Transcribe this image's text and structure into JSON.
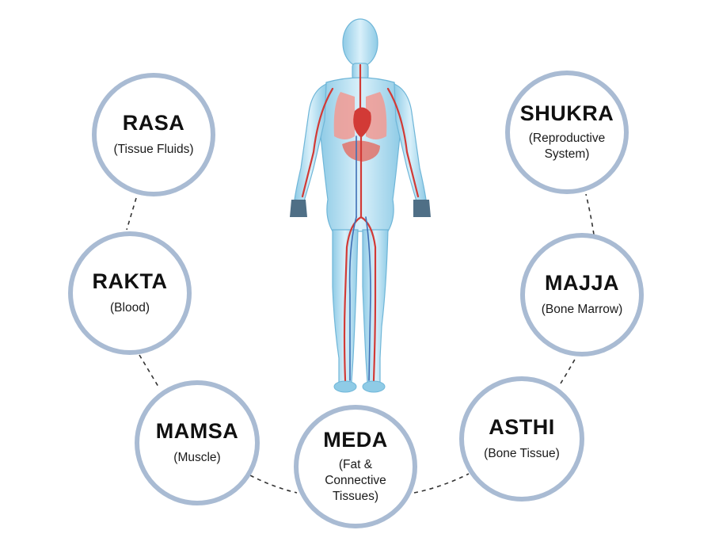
{
  "dhatus": [
    {
      "name": "RASA",
      "description": "(Tissue Fluids)"
    },
    {
      "name": "RAKTA",
      "description": "(Blood)"
    },
    {
      "name": "MAMSA",
      "description": "(Muscle)"
    },
    {
      "name": "MEDA",
      "description": "(Fat & Connective Tissues)"
    },
    {
      "name": "ASTHI",
      "description": "(Bone Tissue)"
    },
    {
      "name": "MAJJA",
      "description": "(Bone Marrow)"
    },
    {
      "name": "SHUKRA",
      "description": "(Reproductive System)"
    }
  ],
  "colors": {
    "circle_border": "#a9bbd3",
    "connector": "#333333",
    "body_fill": "#bfe3f3",
    "artery": "#d23a36"
  },
  "illustration": "human-circulatory-system"
}
